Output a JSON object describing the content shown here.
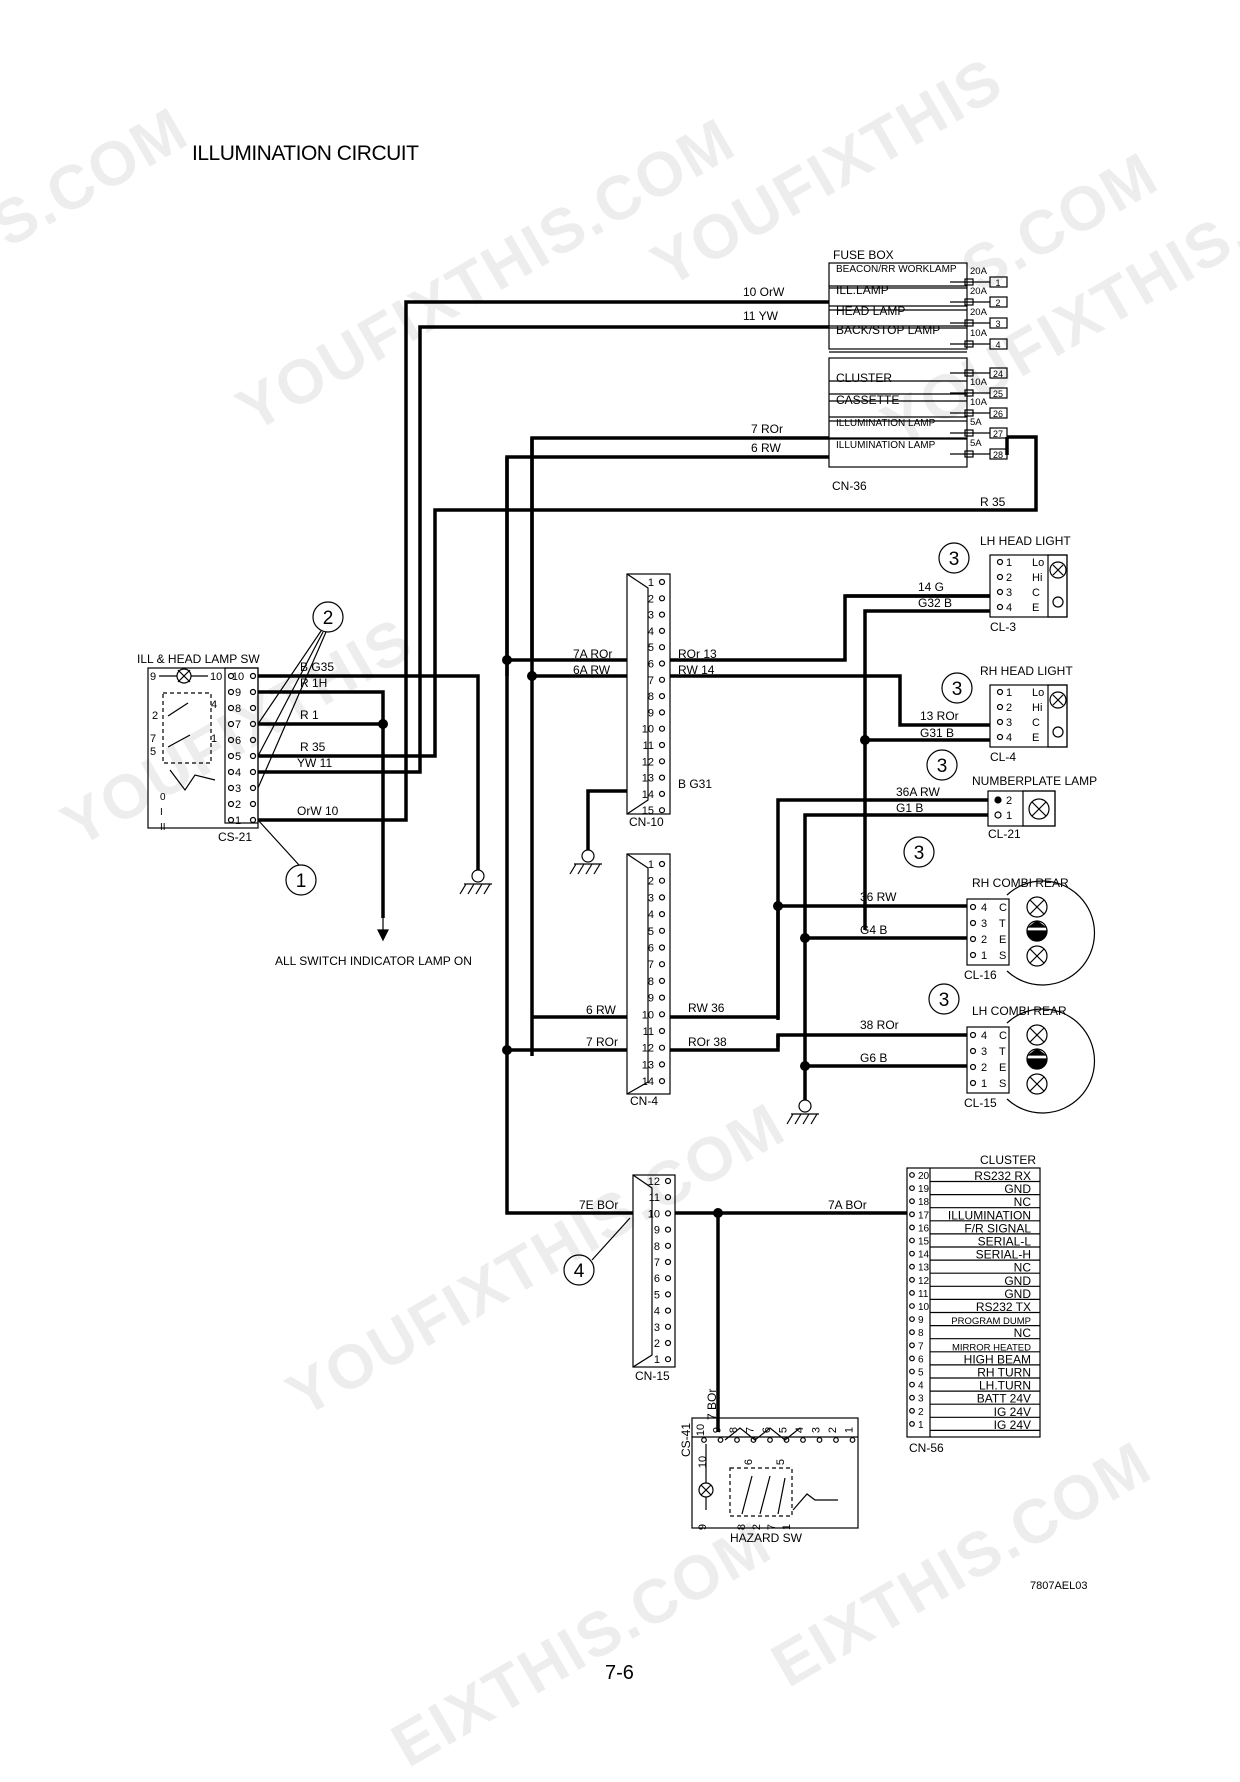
{
  "title": "ILLUMINATION CIRCUIT",
  "page_number": "7-6",
  "drawing_code": "7807AEL03",
  "watermarks": [
    "S.COM",
    "YOUFIXTHIS.COM",
    "YOUFIXTHIS",
    "S.COM",
    "YOUFIXTHIS.COM",
    "YOUFIXTHIS",
    "YOUFIXTHIS.COM",
    "EIXTHIS.COM",
    "EIXTHIS.COM"
  ],
  "fuse_box": {
    "label": "FUSE BOX",
    "connector": "CN-36",
    "rows": [
      {
        "name": "BEACON/RR WORKLAMP",
        "amp": "20A",
        "pin": "1"
      },
      {
        "name": "ILL.LAMP",
        "amp": "20A",
        "pin": "2"
      },
      {
        "name": "HEAD LAMP",
        "amp": "20A",
        "pin": "3"
      },
      {
        "name": "BACK/STOP LAMP",
        "amp": "10A",
        "pin": "4"
      },
      {
        "name": "",
        "amp": "",
        "pin": "24"
      },
      {
        "name": "CLUSTER",
        "amp": "10A",
        "pin": "25"
      },
      {
        "name": "CASSETTE",
        "amp": "10A",
        "pin": "26"
      },
      {
        "name": "ILLUMINATION LAMP",
        "amp": "5A",
        "pin": "27"
      },
      {
        "name": "ILLUMINATION LAMP",
        "amp": "5A",
        "pin": "28"
      }
    ]
  },
  "wires": {
    "orw10": "10  OrW",
    "yw11": "11  YW",
    "ror7": "7  ROr",
    "rw6": "6  RW",
    "r35": "R  35",
    "bg35": "B  G35",
    "r1h": "R  1H",
    "r1": "R  1",
    "r35b": "R  35",
    "yw11b": "YW  11",
    "orw10b": "OrW  10",
    "ror7a": "7A  ROr",
    "rw6a": "6A  RW",
    "ror13": "ROr  13",
    "rw14": "RW  14",
    "bg31": "B  G31",
    "g14": "14  G",
    "g32b": "G32  B",
    "ror13b": "13  ROr",
    "g31b": "G31  B",
    "rw36a": "36A  RW",
    "g1b": "G1  B",
    "rw36": "36  RW",
    "g4b": "G4  B",
    "ror38": "38  ROr",
    "g6b": "G6  B",
    "rw6cn4": "6  RW",
    "ror7cn4": "7  ROr",
    "rw36b": "RW  36",
    "ror38b": "ROr  38",
    "bor7e": "7E  BOr",
    "bor7a": "7A  BOr",
    "bor7": "7  BOr"
  },
  "ill_switch": {
    "label": "ILL & HEAD LAMP SW",
    "connector": "CS-21",
    "pins": [
      "10",
      "9",
      "8",
      "7",
      "6",
      "5",
      "4",
      "3",
      "2",
      "1"
    ]
  },
  "cn10": {
    "label": "CN-10",
    "pins": [
      "1",
      "2",
      "3",
      "4",
      "5",
      "6",
      "7",
      "8",
      "9",
      "10",
      "11",
      "12",
      "13",
      "14",
      "15"
    ]
  },
  "cn4": {
    "label": "CN-4",
    "pins": [
      "1",
      "2",
      "3",
      "4",
      "5",
      "6",
      "7",
      "8",
      "9",
      "10",
      "11",
      "12",
      "13",
      "14"
    ]
  },
  "cn15": {
    "label": "CN-15",
    "pins": [
      "12",
      "11",
      "10",
      "9",
      "8",
      "7",
      "6",
      "5",
      "4",
      "3",
      "2",
      "1"
    ]
  },
  "lamps": {
    "lh_head": {
      "label": "LH HEAD LIGHT",
      "connector": "CL-3",
      "pins": [
        "1",
        "2",
        "3",
        "4"
      ],
      "terms": [
        "Lo",
        "Hi",
        "C",
        "E"
      ]
    },
    "rh_head": {
      "label": "RH HEAD LIGHT",
      "connector": "CL-4",
      "pins": [
        "1",
        "2",
        "3",
        "4"
      ],
      "terms": [
        "Lo",
        "Hi",
        "C",
        "E"
      ]
    },
    "numberplate": {
      "label": "NUMBERPLATE LAMP",
      "connector": "CL-21",
      "pins": [
        "2",
        "1"
      ]
    },
    "rh_combi": {
      "label": "RH COMBI REAR",
      "connector": "CL-16",
      "pins": [
        "4",
        "3",
        "2",
        "1"
      ],
      "terms": [
        "C",
        "T",
        "E",
        "S"
      ]
    },
    "lh_combi": {
      "label": "LH COMBI REAR",
      "connector": "CL-15",
      "pins": [
        "4",
        "3",
        "2",
        "1"
      ],
      "terms": [
        "C",
        "T",
        "E",
        "S"
      ]
    }
  },
  "cluster": {
    "label": "CLUSTER",
    "connector": "CN-56",
    "pins": [
      {
        "pin": "20",
        "name": "RS232 RX"
      },
      {
        "pin": "19",
        "name": "GND"
      },
      {
        "pin": "18",
        "name": "NC"
      },
      {
        "pin": "17",
        "name": "ILLUMINATION"
      },
      {
        "pin": "16",
        "name": "F/R SIGNAL"
      },
      {
        "pin": "15",
        "name": "SERIAL-L"
      },
      {
        "pin": "14",
        "name": "SERIAL-H"
      },
      {
        "pin": "13",
        "name": "NC"
      },
      {
        "pin": "12",
        "name": "GND"
      },
      {
        "pin": "11",
        "name": "GND"
      },
      {
        "pin": "10",
        "name": "RS232 TX"
      },
      {
        "pin": "9",
        "name": "PROGRAM DUMP"
      },
      {
        "pin": "8",
        "name": "NC"
      },
      {
        "pin": "7",
        "name": "MIRROR HEATED"
      },
      {
        "pin": "6",
        "name": "HIGH BEAM"
      },
      {
        "pin": "5",
        "name": "RH TURN"
      },
      {
        "pin": "4",
        "name": "LH.TURN"
      },
      {
        "pin": "3",
        "name": "BATT 24V"
      },
      {
        "pin": "2",
        "name": "IG 24V"
      },
      {
        "pin": "1",
        "name": "IG 24V"
      }
    ]
  },
  "hazard": {
    "label": "HAZARD SW",
    "connector": "CS-41",
    "pins": [
      "10",
      "9",
      "8",
      "7",
      "6",
      "5",
      "4",
      "3",
      "2",
      "1"
    ],
    "switch_pins": [
      "10",
      "6",
      "5"
    ],
    "bottom_pins": [
      "9",
      "8",
      "2",
      "7",
      "1"
    ]
  },
  "indicator_note": "ALL SWITCH INDICATOR LAMP ON",
  "callouts": {
    "c1": "1",
    "c2": "2",
    "c3": "3",
    "c4": "4"
  }
}
